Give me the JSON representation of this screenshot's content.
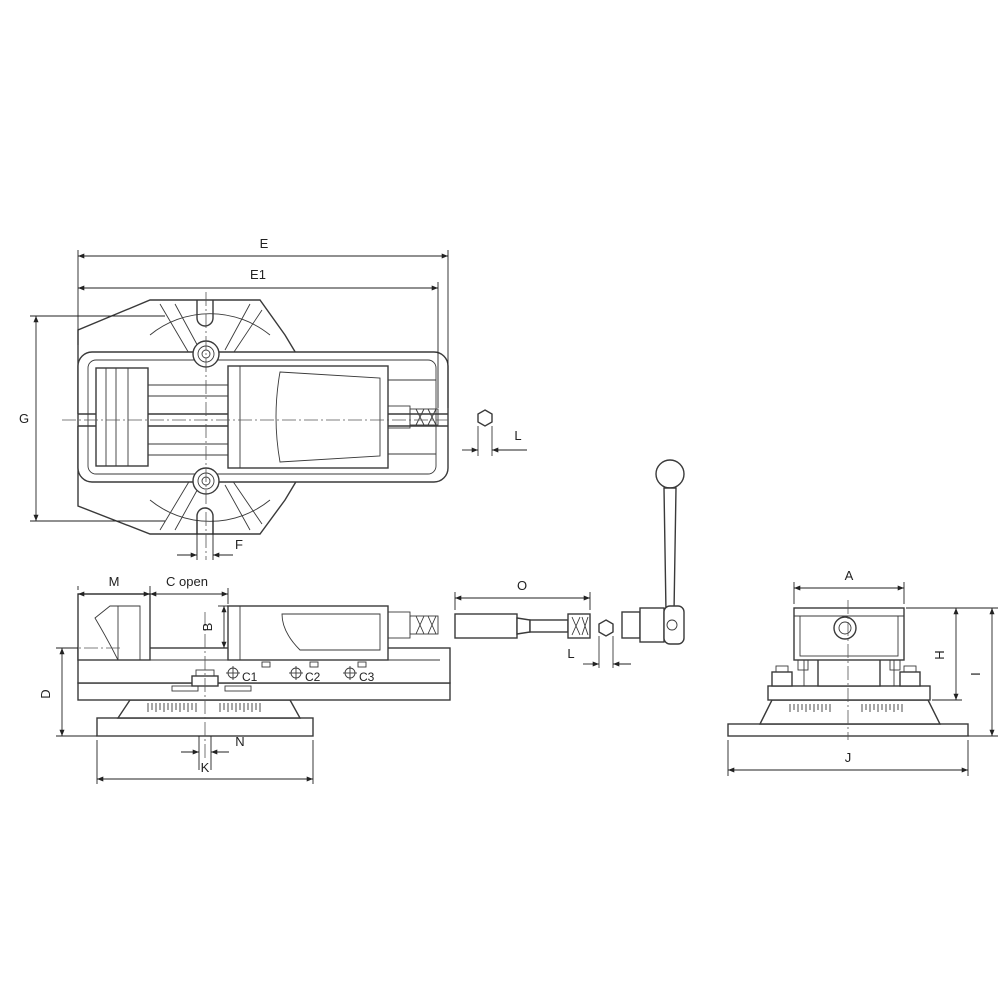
{
  "labels": {
    "E": "E",
    "E1": "E1",
    "G": "G",
    "F": "F",
    "L_top": "L",
    "M": "M",
    "C_open": "C open",
    "B": "B",
    "C1": "C1",
    "C2": "C2",
    "C3": "C3",
    "D": "D",
    "N": "N",
    "K": "K",
    "O": "O",
    "L_mid": "L",
    "A": "A",
    "H": "H",
    "I": "I",
    "J": "J"
  },
  "colors": {
    "line": "#3a3a3a",
    "background": "#ffffff"
  }
}
